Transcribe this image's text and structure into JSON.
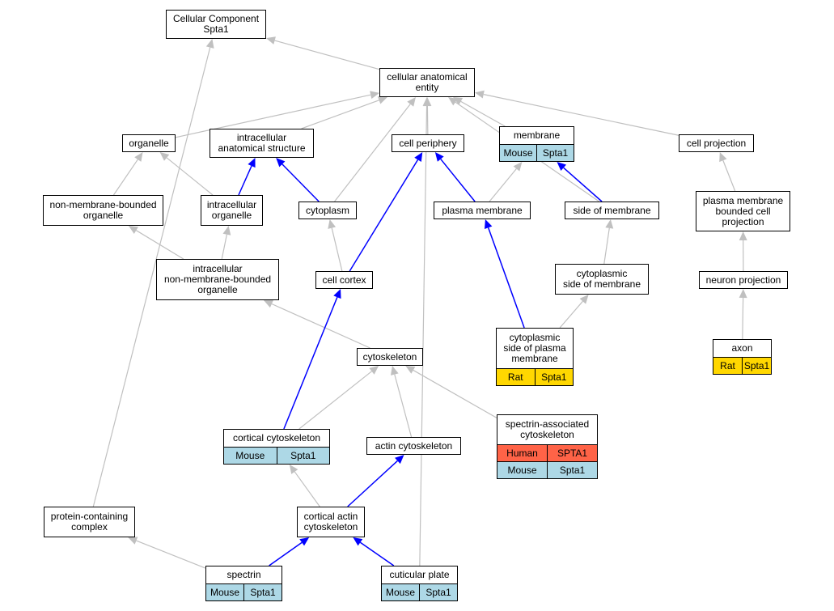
{
  "graph": {
    "colors": {
      "gray_edge": "#c0c0c0",
      "blue_edge": "#0000ff",
      "mouse": "#add8e6",
      "rat": "#ffd700",
      "human": "#ff6347"
    },
    "nodes": [
      {
        "id": "cellular-component",
        "label": "Cellular Component\nSpta1"
      },
      {
        "id": "cellular-anatomical-entity",
        "label": "cellular anatomical\nentity"
      },
      {
        "id": "organelle",
        "label": "organelle"
      },
      {
        "id": "intracellular-anatomical-structure",
        "label": "intracellular\nanatomical structure"
      },
      {
        "id": "cell-periphery",
        "label": "cell periphery"
      },
      {
        "id": "membrane",
        "label": "membrane",
        "tags": [
          [
            {
              "text": "Mouse",
              "color": "mouse"
            },
            {
              "text": "Spta1",
              "color": "mouse"
            }
          ]
        ]
      },
      {
        "id": "cell-projection",
        "label": "cell projection"
      },
      {
        "id": "non-membrane-bounded-organelle",
        "label": "non-membrane-bounded\norganelle"
      },
      {
        "id": "intracellular-organelle",
        "label": "intracellular\norganelle"
      },
      {
        "id": "cytoplasm",
        "label": "cytoplasm"
      },
      {
        "id": "plasma-membrane",
        "label": "plasma membrane"
      },
      {
        "id": "side-of-membrane",
        "label": "side of membrane"
      },
      {
        "id": "plasma-membrane-bounded-cell-projection",
        "label": "plasma membrane\nbounded cell\nprojection"
      },
      {
        "id": "intracellular-non-membrane-bounded-organelle",
        "label": "intracellular\nnon-membrane-bounded\norganelle"
      },
      {
        "id": "cell-cortex",
        "label": "cell cortex"
      },
      {
        "id": "cytoplasmic-side-of-membrane",
        "label": "cytoplasmic\nside of membrane"
      },
      {
        "id": "neuron-projection",
        "label": "neuron projection"
      },
      {
        "id": "cytoplasmic-side-of-plasma-membrane",
        "label": "cytoplasmic\nside of plasma\nmembrane",
        "tags": [
          [
            {
              "text": "Rat",
              "color": "rat"
            },
            {
              "text": "Spta1",
              "color": "rat"
            }
          ]
        ]
      },
      {
        "id": "axon",
        "label": "axon",
        "tags": [
          [
            {
              "text": "Rat",
              "color": "rat"
            },
            {
              "text": "Spta1",
              "color": "rat"
            }
          ]
        ]
      },
      {
        "id": "cytoskeleton",
        "label": "cytoskeleton"
      },
      {
        "id": "cortical-cytoskeleton",
        "label": "cortical cytoskeleton",
        "tags": [
          [
            {
              "text": "Mouse",
              "color": "mouse"
            },
            {
              "text": "Spta1",
              "color": "mouse"
            }
          ]
        ]
      },
      {
        "id": "actin-cytoskeleton",
        "label": "actin cytoskeleton"
      },
      {
        "id": "spectrin-associated-cytoskeleton",
        "label": "spectrin-associated\ncytoskeleton",
        "tags": [
          [
            {
              "text": "Human",
              "color": "human"
            },
            {
              "text": "SPTA1",
              "color": "human"
            }
          ],
          [
            {
              "text": "Mouse",
              "color": "mouse"
            },
            {
              "text": "Spta1",
              "color": "mouse"
            }
          ]
        ]
      },
      {
        "id": "protein-containing-complex",
        "label": "protein-containing\ncomplex"
      },
      {
        "id": "cortical-actin-cytoskeleton",
        "label": "cortical actin\ncytoskeleton"
      },
      {
        "id": "spectrin",
        "label": "spectrin",
        "tags": [
          [
            {
              "text": "Mouse",
              "color": "mouse"
            },
            {
              "text": "Spta1",
              "color": "mouse"
            }
          ]
        ]
      },
      {
        "id": "cuticular-plate",
        "label": "cuticular plate",
        "tags": [
          [
            {
              "text": "Mouse",
              "color": "mouse"
            },
            {
              "text": "Spta1",
              "color": "mouse"
            }
          ]
        ]
      }
    ],
    "edges": [
      {
        "from": "cellular-anatomical-entity",
        "to": "cellular-component",
        "color": "gray"
      },
      {
        "from": "protein-containing-complex",
        "to": "cellular-component",
        "color": "gray"
      },
      {
        "from": "organelle",
        "to": "cellular-anatomical-entity",
        "color": "gray"
      },
      {
        "from": "intracellular-anatomical-structure",
        "to": "cellular-anatomical-entity",
        "color": "gray"
      },
      {
        "from": "cytoplasm",
        "to": "cellular-anatomical-entity",
        "color": "gray"
      },
      {
        "from": "cell-periphery",
        "to": "cellular-anatomical-entity",
        "color": "gray"
      },
      {
        "from": "membrane",
        "to": "cellular-anatomical-entity",
        "color": "gray"
      },
      {
        "from": "side-of-membrane",
        "to": "cellular-anatomical-entity",
        "color": "gray"
      },
      {
        "from": "cell-projection",
        "to": "cellular-anatomical-entity",
        "color": "gray"
      },
      {
        "from": "cuticular-plate",
        "to": "cellular-anatomical-entity",
        "color": "gray"
      },
      {
        "from": "non-membrane-bounded-organelle",
        "to": "organelle",
        "color": "gray"
      },
      {
        "from": "intracellular-organelle",
        "to": "organelle",
        "color": "gray"
      },
      {
        "from": "intracellular-organelle",
        "to": "intracellular-anatomical-structure",
        "color": "blue"
      },
      {
        "from": "cytoplasm",
        "to": "intracellular-anatomical-structure",
        "color": "blue"
      },
      {
        "from": "cell-cortex",
        "to": "cell-periphery",
        "color": "blue"
      },
      {
        "from": "plasma-membrane",
        "to": "cell-periphery",
        "color": "blue"
      },
      {
        "from": "plasma-membrane",
        "to": "membrane",
        "color": "gray"
      },
      {
        "from": "side-of-membrane",
        "to": "membrane",
        "color": "blue"
      },
      {
        "from": "plasma-membrane-bounded-cell-projection",
        "to": "cell-projection",
        "color": "gray"
      },
      {
        "from": "intracellular-non-membrane-bounded-organelle",
        "to": "non-membrane-bounded-organelle",
        "color": "gray"
      },
      {
        "from": "intracellular-non-membrane-bounded-organelle",
        "to": "intracellular-organelle",
        "color": "gray"
      },
      {
        "from": "cell-cortex",
        "to": "cytoplasm",
        "color": "gray"
      },
      {
        "from": "cytoplasmic-side-of-plasma-membrane",
        "to": "plasma-membrane",
        "color": "blue"
      },
      {
        "from": "cytoplasmic-side-of-membrane",
        "to": "side-of-membrane",
        "color": "gray"
      },
      {
        "from": "neuron-projection",
        "to": "plasma-membrane-bounded-cell-projection",
        "color": "gray"
      },
      {
        "from": "cytoskeleton",
        "to": "intracellular-non-membrane-bounded-organelle",
        "color": "gray"
      },
      {
        "from": "cytoplasmic-side-of-plasma-membrane",
        "to": "cytoplasmic-side-of-membrane",
        "color": "gray"
      },
      {
        "from": "axon",
        "to": "neuron-projection",
        "color": "gray"
      },
      {
        "from": "cortical-cytoskeleton",
        "to": "cytoskeleton",
        "color": "gray"
      },
      {
        "from": "actin-cytoskeleton",
        "to": "cytoskeleton",
        "color": "gray"
      },
      {
        "from": "spectrin-associated-cytoskeleton",
        "to": "cytoskeleton",
        "color": "gray"
      },
      {
        "from": "cortical-cytoskeleton",
        "to": "cell-cortex",
        "color": "blue"
      },
      {
        "from": "cortical-actin-cytoskeleton",
        "to": "cortical-cytoskeleton",
        "color": "gray"
      },
      {
        "from": "cortical-actin-cytoskeleton",
        "to": "actin-cytoskeleton",
        "color": "blue"
      },
      {
        "from": "spectrin",
        "to": "protein-containing-complex",
        "color": "gray"
      },
      {
        "from": "spectrin",
        "to": "cortical-actin-cytoskeleton",
        "color": "blue"
      },
      {
        "from": "cuticular-plate",
        "to": "cortical-actin-cytoskeleton",
        "color": "blue"
      }
    ]
  }
}
